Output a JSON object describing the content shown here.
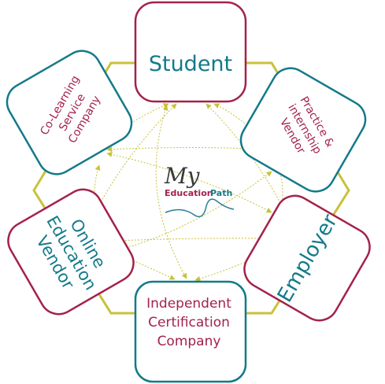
{
  "colors": {
    "hexagon": "#c8c23a",
    "arrow": "#c8c23a",
    "teal": "#137a8a",
    "maroon": "#a3224a",
    "logo_dark": "#3a3a3a",
    "logo_wave": "#2a7f9a"
  },
  "logo": {
    "my": "My",
    "education": "Education",
    "path": "Path"
  },
  "nodes": {
    "student": [
      "Student"
    ],
    "practice": [
      "Practice &",
      "internship",
      "Vendor"
    ],
    "employer": [
      "Employer"
    ],
    "certification": [
      "Independent",
      "Certification",
      "Company"
    ],
    "online": [
      "Online",
      "Education",
      "Vendor"
    ],
    "colearning": [
      "Co-Learning",
      "Service",
      "Company"
    ]
  }
}
